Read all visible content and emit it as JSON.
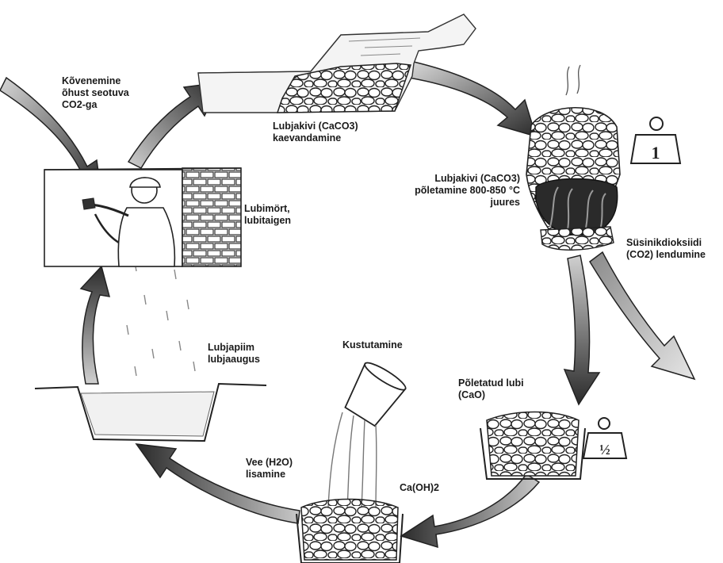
{
  "labels": {
    "hardening": [
      "Kõvenemine",
      "õhust seotuva",
      "CO2-ga"
    ],
    "mining": [
      "Lubjakivi (CaCO3)",
      "kaevandamine"
    ],
    "burning": [
      "Lubjakivi (CaCO3)",
      "põletamine 800-850 °C",
      "juures"
    ],
    "co2_release": [
      "Süsinikdioksiidi",
      "(CO2) lendumine"
    ],
    "burnt_lime": [
      "Põletatud lubi",
      "(CaO)"
    ],
    "slaking": "Kustutamine",
    "water": [
      "Vee (H2O)",
      "lisamine"
    ],
    "hydroxide": "Ca(OH)2",
    "lime_putty": [
      "Lubjapiim",
      "lubjaaugus"
    ],
    "mortar": [
      "Lubimört,",
      "lubitaigen"
    ]
  },
  "weights": {
    "full": "1",
    "half": "½"
  },
  "colors": {
    "ink": "#1a1a1a",
    "arrow_dark": "#2b2b2b",
    "arrow_light": "#bdbdbd",
    "background": "#ffffff"
  }
}
